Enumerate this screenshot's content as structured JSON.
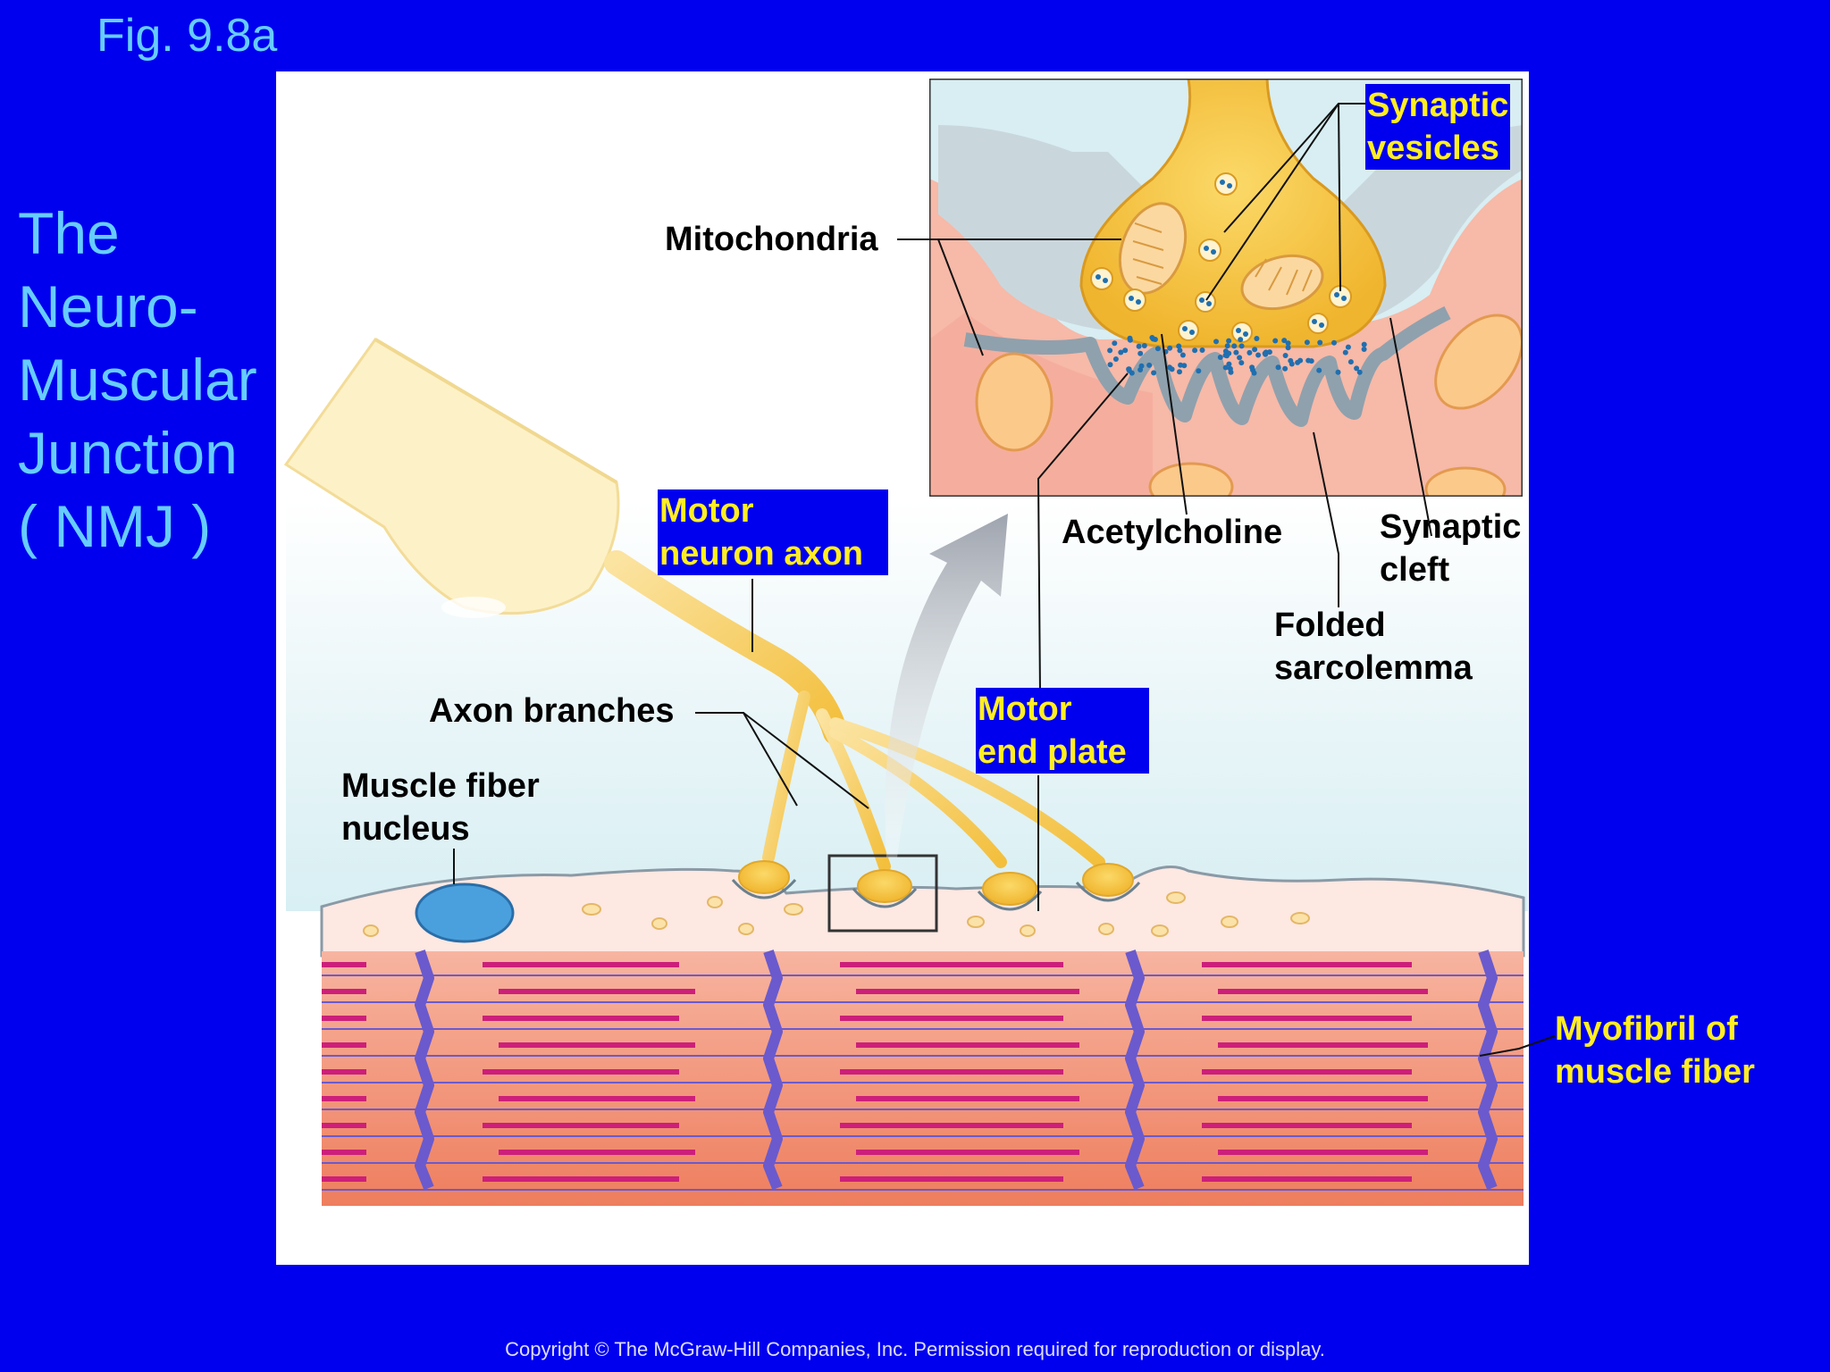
{
  "figure": {
    "label": "Fig. 9.8a"
  },
  "title": {
    "lines": [
      "The",
      "Neuro-",
      "Muscular",
      "Junction",
      "( NMJ )"
    ]
  },
  "labels": {
    "mitochondria": "Mitochondria",
    "synaptic_vesicles": [
      "Synaptic",
      "vesicles"
    ],
    "motor_neuron_axon": [
      "Motor",
      "neuron axon"
    ],
    "acetylcholine": "Acetylcholine",
    "synaptic_cleft": [
      "Synaptic",
      "cleft"
    ],
    "folded_sarcolemma": [
      "Folded",
      "sarcolemma"
    ],
    "axon_branches": "Axon branches",
    "motor_end_plate": [
      "Motor",
      "end plate"
    ],
    "muscle_fiber_nucleus": [
      "Muscle fiber",
      "nucleus"
    ],
    "myofibril": [
      "Myofibril of",
      "muscle fiber"
    ]
  },
  "colors": {
    "background": "#0000ee",
    "title_text": "#66ccff",
    "highlight_text": "#ffee22",
    "axon": "#f5c842",
    "muscle": "#f08060",
    "z_line": "#6a5acd",
    "myofilament": "#cc1f7a"
  },
  "footer": {
    "copyright": "Copyright © The McGraw-Hill Companies, Inc. Permission required for reproduction or display."
  }
}
